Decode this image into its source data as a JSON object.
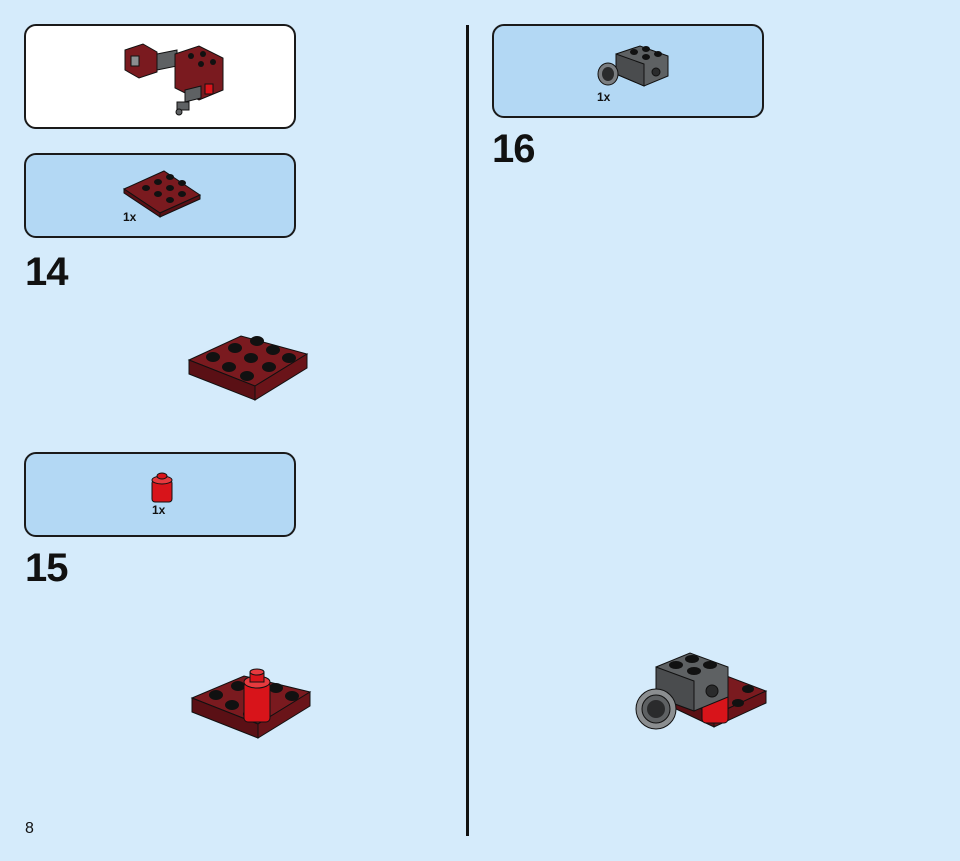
{
  "page": {
    "number": "8"
  },
  "steps": [
    {
      "number": "14",
      "parts": [
        {
          "qty": "1x",
          "part": "dark-red-round-corner-plate"
        }
      ]
    },
    {
      "number": "15",
      "parts": [
        {
          "qty": "1x",
          "part": "red-round-brick"
        }
      ]
    },
    {
      "number": "16",
      "parts": [
        {
          "qty": "1x",
          "part": "dark-gray-brick-with-pin-hole"
        }
      ]
    }
  ],
  "colors": {
    "background": "#d5ebfb",
    "parts_box": "#b3d8f4",
    "submodel_box": "#ffffff",
    "dark_red": "#7a1a1f",
    "red": "#d8141a",
    "dark_gray": "#5e6163"
  }
}
